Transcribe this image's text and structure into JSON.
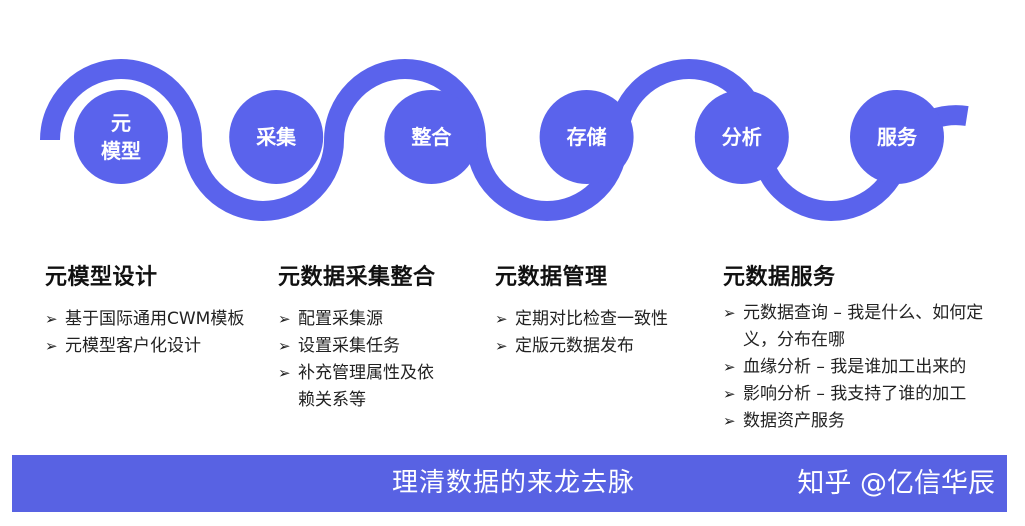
{
  "diagram": {
    "stages": [
      "元\n模型",
      "采集",
      "整合",
      "存储",
      "分析",
      "服务"
    ],
    "colors": {
      "primary": "#5a63ec",
      "footer": "#5862e3"
    }
  },
  "columns": [
    {
      "title": "元模型设计",
      "items": [
        "基于国际通用CWM模板",
        "元模型客户化设计"
      ]
    },
    {
      "title": "元数据采集整合",
      "items": [
        "配置采集源",
        "设置采集任务",
        "补充管理属性及依赖关系等"
      ]
    },
    {
      "title": "元数据管理",
      "items": [
        "定期对比检查一致性",
        "定版元数据发布"
      ]
    },
    {
      "title": "元数据服务",
      "items": [
        "元数据查询 – 我是什么、如何定义，分布在哪",
        "血缘分析 – 我是谁加工出来的",
        "影响分析 – 我支持了谁的加工",
        "数据资产服务"
      ]
    }
  ],
  "footer": {
    "text": "理清数据的来龙去脉",
    "watermark": "知乎 @亿信华辰"
  }
}
